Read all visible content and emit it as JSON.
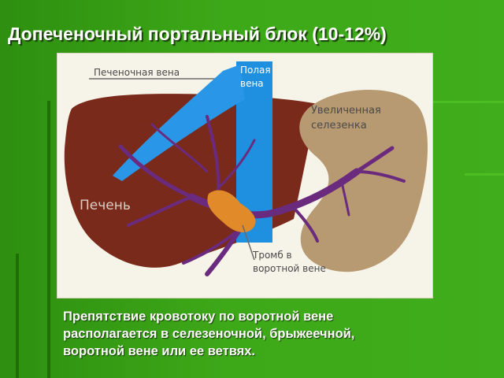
{
  "slide": {
    "title": "Допеченочный портальный блок (10-12%)",
    "caption_lines": [
      "Препятствие кровотоку по воротной вене",
      "располагается в селезеночной, брыжеечной,",
      "воротной вене или ее ветвях."
    ]
  },
  "diagram": {
    "labels": {
      "hepatic_vein": "Печеночная вена",
      "vena_cava": [
        "Полая",
        "вена"
      ],
      "spleen": [
        "Увеличенная",
        "селезенка"
      ],
      "liver": "Печень",
      "thrombus": [
        "Тромб в",
        "воротной вене"
      ]
    },
    "colors": {
      "liver": "#7a2a1a",
      "spleen": "#b89a72",
      "vena_cava": "#1f8fe0",
      "hepatic_vein": "#2a96e8",
      "portal_vein": "#6a2a7e",
      "thrombus": "#e08a2a",
      "label_text": "#4a4a4a"
    }
  }
}
